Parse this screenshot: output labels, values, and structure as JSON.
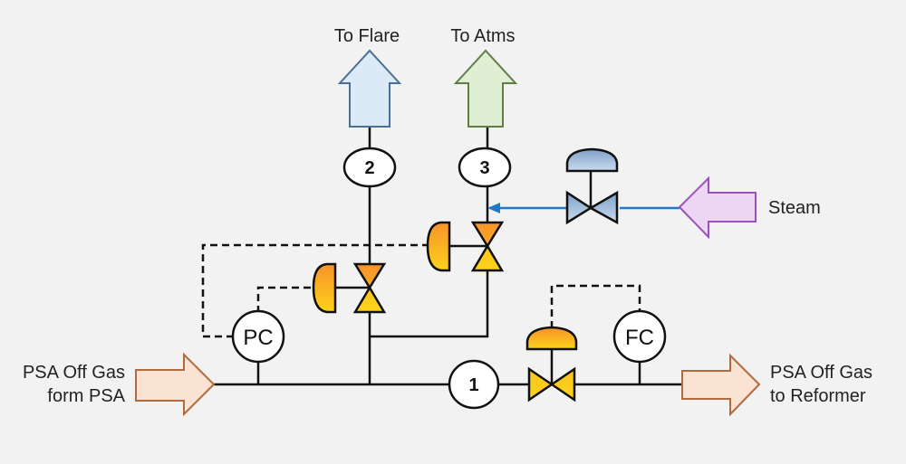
{
  "diagram": {
    "title": "PSA Off Gas control scheme",
    "outlets": {
      "flare": {
        "label": "To Flare",
        "color": "#dce9f6",
        "stroke": "#4a6f96"
      },
      "atms": {
        "label": "To Atms",
        "color": "#e0eed4",
        "stroke": "#5e7e46"
      }
    },
    "streams": {
      "inlet": {
        "line1": "PSA Off Gas",
        "line2": "form PSA",
        "color": "#fbe3d3",
        "stroke": "#b06a3e"
      },
      "outlet": {
        "line1": "PSA Off Gas",
        "line2": "to Reformer",
        "color": "#fbe3d3",
        "stroke": "#b06a3e"
      },
      "steam": {
        "label": "Steam",
        "color": "#ecd6f4",
        "stroke": "#9a52b8",
        "line_color": "#1f7bc9"
      }
    },
    "markers": [
      {
        "id": "1",
        "label": "1"
      },
      {
        "id": "2",
        "label": "2"
      },
      {
        "id": "3",
        "label": "3"
      }
    ],
    "controllers": [
      {
        "id": "pc",
        "label": "PC"
      },
      {
        "id": "fc",
        "label": "FC"
      }
    ],
    "valves": [
      {
        "id": "flare-valve",
        "type": "control",
        "color": "orange"
      },
      {
        "id": "vent-valve",
        "type": "control",
        "color": "orange"
      },
      {
        "id": "flow-valve",
        "type": "control",
        "color": "orange"
      },
      {
        "id": "steam-valve",
        "type": "control",
        "color": "blue"
      }
    ]
  }
}
